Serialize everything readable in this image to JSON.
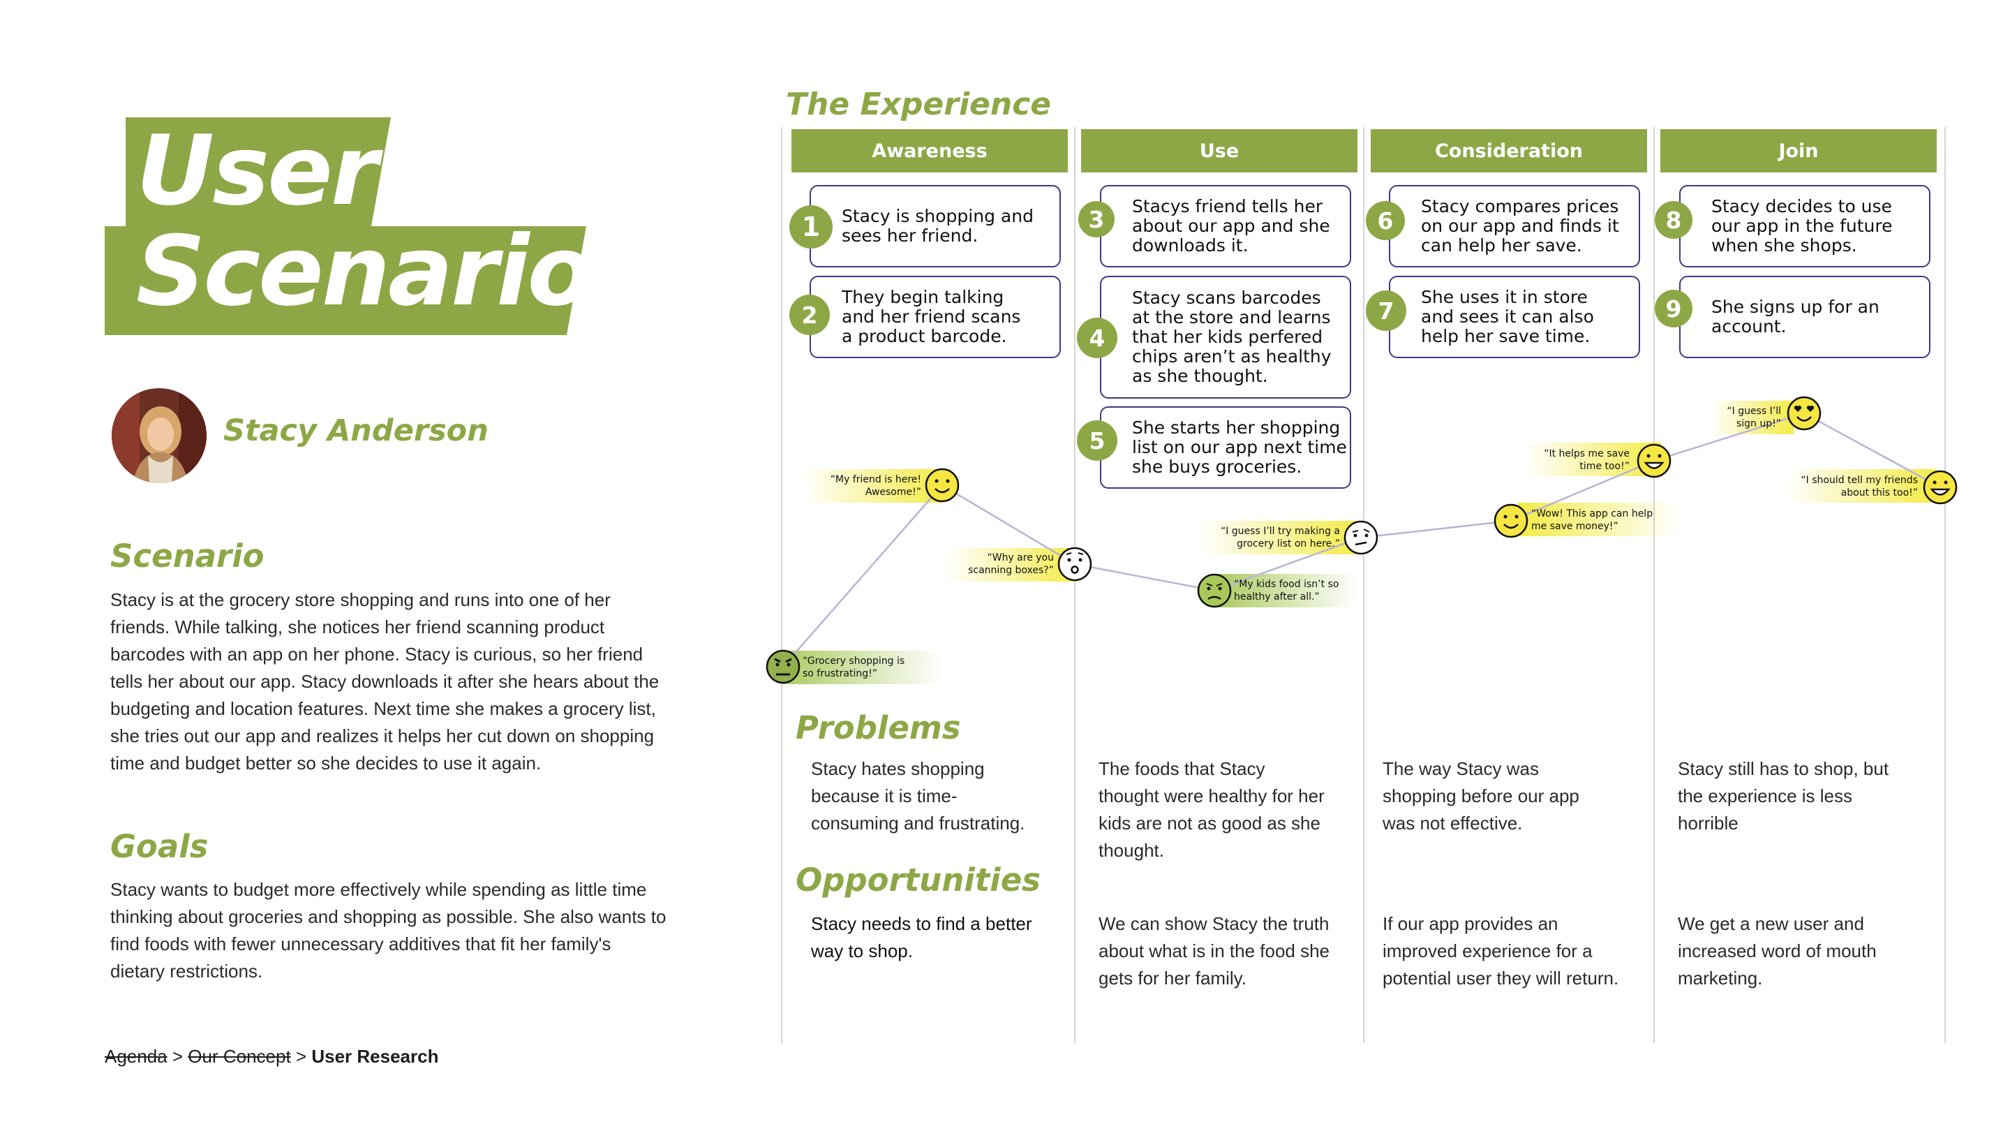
{
  "header": {
    "title_line1": "User",
    "title_line2": "Scenario",
    "experience_title": "The Experience"
  },
  "persona": {
    "name": "Stacy Anderson",
    "avatar_icon": "person-photo-avatar"
  },
  "scenario": {
    "heading": "Scenario",
    "lines": [
      "Stacy is at the grocery store shopping and runs into one of her",
      "friends. While talking, she notices her friend scanning product",
      "barcodes with an app on her phone. Stacy is curious, so her friend",
      "tells her about our app. Stacy downloads it after she hears about the",
      "budgeting and location features. Next time she makes a grocery list,",
      "she tries out our app and realizes it helps her cut down on shopping",
      "time and budget better so she decides to use it again."
    ]
  },
  "goals": {
    "heading": "Goals",
    "lines": [
      "Stacy wants to budget more effectively while spending as little time",
      "thinking about groceries and shopping as possible. She also wants to",
      "find foods with fewer unnecessary additives that fit her family's",
      "dietary restrictions."
    ]
  },
  "phases": [
    "Awareness",
    "Use",
    "Consideration",
    "Join"
  ],
  "steps": [
    {
      "num": "1",
      "lines": [
        "Stacy is shopping and",
        "sees her friend."
      ]
    },
    {
      "num": "2",
      "lines": [
        "They begin talking",
        "and her friend scans",
        "a product barcode."
      ]
    },
    {
      "num": "3",
      "lines": [
        "Stacys friend tells her",
        "about our app and she",
        "downloads it."
      ]
    },
    {
      "num": "4",
      "lines": [
        "Stacy scans barcodes",
        "at the store and learns",
        "that her kids perfered",
        "chips aren’t as healthy",
        "as she thought."
      ]
    },
    {
      "num": "5",
      "lines": [
        "She starts her shopping",
        "list on our app next time",
        "she buys groceries."
      ]
    },
    {
      "num": "6",
      "lines": [
        "Stacy compares prices",
        "on our app and finds it",
        "can help her save."
      ]
    },
    {
      "num": "7",
      "lines": [
        "She uses it in store",
        "and sees it can also",
        "help her save time."
      ]
    },
    {
      "num": "8",
      "lines": [
        "Stacy decides to use",
        "our app in the future",
        "when she shops."
      ]
    },
    {
      "num": "9",
      "lines": [
        "She signs up for an",
        "account."
      ]
    }
  ],
  "emotions": [
    {
      "face": "angry-face-icon",
      "lines": [
        "“Grocery shopping is",
        "so frustrating!”"
      ]
    },
    {
      "face": "smile-face-icon",
      "lines": [
        "“My friend is here!",
        "Awesome!”"
      ]
    },
    {
      "face": "surprised-face-icon",
      "lines": [
        "“Why are you",
        "scanning boxes?”"
      ]
    },
    {
      "face": "worried-face-icon",
      "lines": [
        "“My kids food isn’t so",
        "healthy after all.”"
      ]
    },
    {
      "face": "skeptical-face-icon",
      "lines": [
        "“I guess I’ll try making a",
        "grocery list on here.”"
      ]
    },
    {
      "face": "smile-face-icon",
      "lines": [
        "“Wow! This app can help",
        "me save money!”"
      ]
    },
    {
      "face": "grin-face-icon",
      "lines": [
        "“It helps me save",
        "time too!”"
      ]
    },
    {
      "face": "heart-eyes-face-icon",
      "lines": [
        "“I guess I’ll",
        "sign up!”"
      ]
    },
    {
      "face": "grin-face-icon",
      "lines": [
        "“I should tell my friends",
        "about this too!”"
      ]
    }
  ],
  "problems": {
    "heading": "Problems",
    "columns": [
      [
        "Stacy hates shopping",
        "because it is time-",
        "consuming and frustrating."
      ],
      [
        "The foods that Stacy",
        "thought were healthy for her",
        "kids are not as good as she",
        "thought."
      ],
      [
        "The way Stacy was",
        "shopping before our app",
        "was not effective."
      ],
      [
        "Stacy still has to shop, but",
        "the experience is less",
        "horrible"
      ]
    ]
  },
  "opportunities": {
    "heading": "Opportunities",
    "columns": [
      [
        "Stacy needs to find a better",
        "way to shop."
      ],
      [
        "We can show Stacy the truth",
        "about what is in the food she",
        "gets for her family."
      ],
      [
        "If our app provides an",
        "improved experience for a",
        "potential user they will return."
      ],
      [
        "We get a new user and",
        "increased word of mouth",
        "marketing."
      ]
    ]
  },
  "breadcrumb": {
    "item1": "Agenda",
    "sep1": " > ",
    "item2": "Our Concept",
    "sep2": " > ",
    "current": "User Research"
  },
  "colors": {
    "accent_green": "#8ea746",
    "card_border": "#3f3788",
    "emoji_yellow": "#f5e642",
    "emoji_green": "#a9c85a",
    "quote_highlight": "#f7f06a"
  }
}
